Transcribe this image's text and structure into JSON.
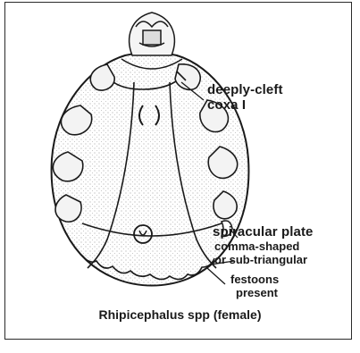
{
  "labels": {
    "coxa": [
      "deeply-cleft",
      "coxa I"
    ],
    "spiracular": [
      "spiracular plate",
      "comma-shaped",
      "or sub-triangular"
    ],
    "festoons": [
      "festoons",
      "present"
    ]
  },
  "caption": "Rhipicephalus spp (female)",
  "colors": {
    "ink": "#1a1a1a",
    "stipple": "#8a8a8a",
    "paper": "#ffffff"
  }
}
